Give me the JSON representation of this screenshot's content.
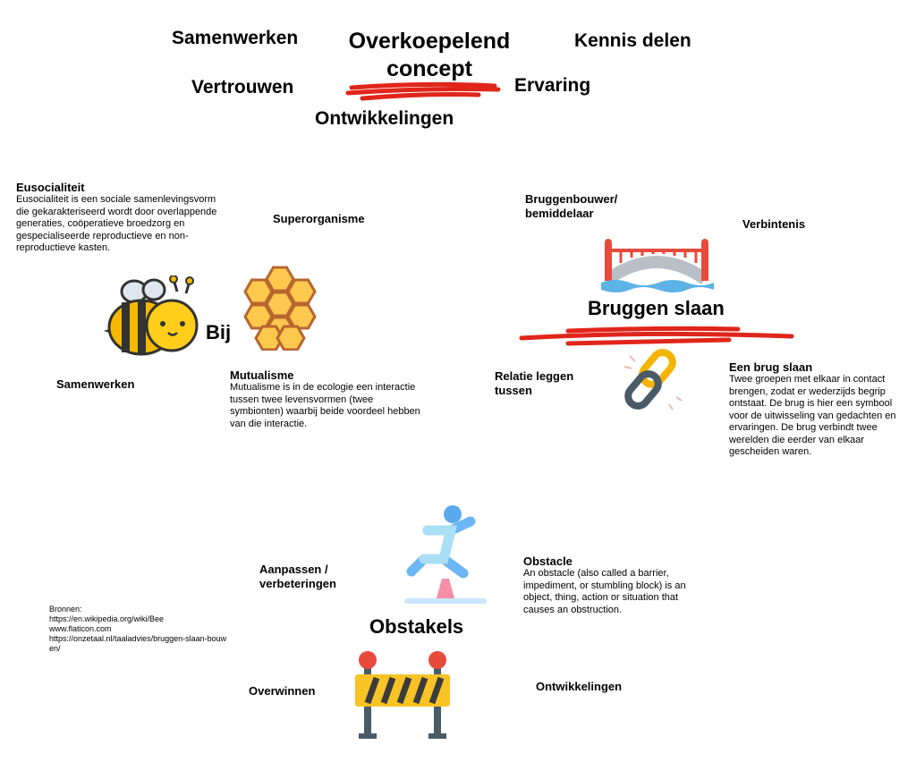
{
  "top": {
    "title_line1": "Overkoepelend",
    "title_line2": "concept",
    "samenwerken": "Samenwerken",
    "kennis_delen": "Kennis delen",
    "vertrouwen": "Vertrouwen",
    "ervaring": "Ervaring",
    "ontwikkelingen": "Ontwikkelingen"
  },
  "bee_section": {
    "eusocialiteit_title": "Eusocialiteit",
    "eusocialiteit_text": "Eusocialiteit is een sociale samenlevingsvorm die gekarakteriseerd wordt door overlappende generaties, coöperatieve broedzorg en gespecialiseerde reproductieve en non-reproductieve kasten.",
    "superorganisme": "Superorganisme",
    "bij": "Bij",
    "samenwerken": "Samenwerken",
    "mutualisme_title": "Mutualisme",
    "mutualisme_text": "Mutualisme is in de ecologie een interactie tussen twee levensvormen (twee symbionten) waarbij beide voordeel hebben van die interactie."
  },
  "bridge_section": {
    "bruggenbouwer": "Bruggenbouwer/ bemiddelaar",
    "verbintenis": "Verbintenis",
    "title": "Bruggen slaan",
    "relatie": "Relatie leggen tussen",
    "brug_title": "Een brug slaan",
    "brug_text": "Twee groepen met elkaar in contact brengen, zodat er wederzijds begrip ontstaat. De brug is hier een symbool voor de uitwisseling van gedachten en ervaringen. De brug verbindt twee werelden die eerder van elkaar gescheiden waren."
  },
  "obstacle_section": {
    "aanpassen": "Aanpassen / verbeteringen",
    "obstacle_title": "Obstacle",
    "obstacle_text": "An obstacle (also called a barrier, impediment, or stumbling block) is an object, thing, action or situation that causes an obstruction.",
    "title": "Obstakels",
    "overwinnen": "Overwinnen",
    "ontwikkelingen": "Ontwikkelingen"
  },
  "sources": {
    "label": "Bronnen:",
    "items": [
      "https://en.wikipedia.org/wiki/Bee",
      "www.flaticon.com",
      "https://onzetaal.nl/taaladvies/bruggen-slaan-bouwen/"
    ]
  },
  "colors": {
    "scribble": "#e0251b"
  }
}
